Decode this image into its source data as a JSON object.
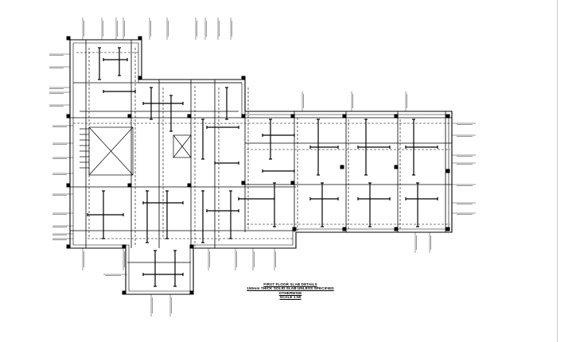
{
  "drawing": {
    "title_lines": [
      "FIRST FLOOR SLAB DETAILS",
      "150mm THICK SOLID SLAB UNLESS SPECIFIED",
      "OTHERWISE",
      "SCALE 1:50"
    ]
  },
  "colors": {
    "background": "#ffffff",
    "linework": "#000000",
    "viewport_edge": "#c8c8c8"
  }
}
